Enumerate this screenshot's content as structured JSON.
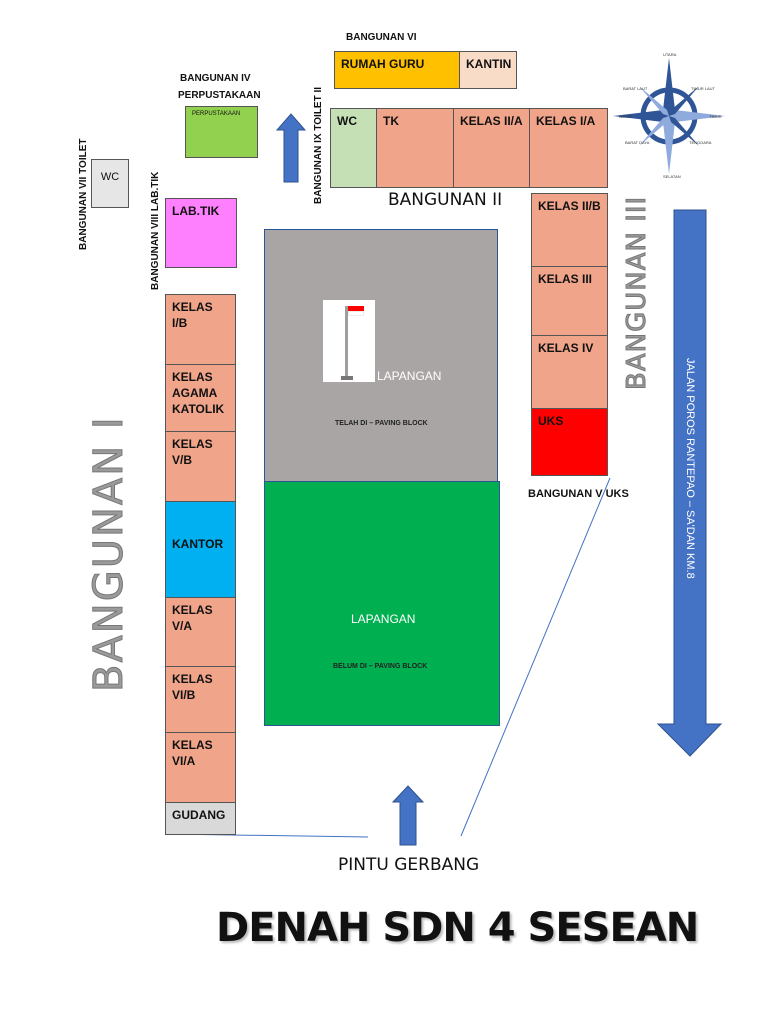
{
  "title": "DENAH SDN 4 SESEAN",
  "buildings": {
    "b6_label": "BANGUNAN VI",
    "rumah_guru": "RUMAH GURU",
    "kantin": "KANTIN",
    "b4_label_line1": "BANGUNAN IV",
    "b4_label_line2": "PERPUSTAKAAN",
    "perpustakaan_room": "PERPUSTAKAAN",
    "b7_label": "BANGUNAN VII TOILET",
    "b7_wc": "WC",
    "b8_label": "BANGUNAN VIII LAB.TIK",
    "lab_tik": "LAB.TIK",
    "b9_label": "BANGUNAN IX TOILET II",
    "b9_wc": "WC",
    "b2_label": "BANGUNAN II",
    "b2_rooms": [
      "TK",
      "KELAS II/A",
      "KELAS I/A"
    ],
    "b3_label": "BANGUNAN III",
    "b3_rooms": [
      "KELAS II/B",
      "KELAS III",
      "KELAS IV"
    ],
    "uks": "UKS",
    "b5_label": "BANGUNAN V UKS",
    "b1_label": "BANGUNAN I",
    "b1_rooms": [
      "KELAS I/B",
      "KELAS\nAGAMA\nKATOLIK",
      "KELAS\nV/B",
      "KANTOR",
      "KELAS\nV/A",
      "KELAS\nVI/B",
      "KELAS\nVI/A",
      "GUDANG"
    ]
  },
  "field_paved": {
    "label": "LAPANGAN",
    "note": "TELAH DI – PAVING BLOCK"
  },
  "field_unpaved": {
    "label": "LAPANGAN",
    "note": "BELUM DI – PAVING BLOCK"
  },
  "road_label": "JALAN POROS RANTEPAO – SA'DAN KM.8",
  "gate_label": "PINTU GERBANG",
  "compass": {
    "icon": "compass-rose-icon",
    "directions": [
      "UTARA",
      "TIMUR LAUT",
      "TIMUR",
      "TENGGARA",
      "SELATAN",
      "BARAT DAYA",
      "BARAT",
      "BARAT LAUT"
    ]
  },
  "colors": {
    "classroom": "#f0a48a",
    "rumah_guru": "#ffc000",
    "kantin": "#f8dcc8",
    "perpustakaan": "#92d050",
    "lab_tik": "#ff80ff",
    "wc_b9": "#c5e0b4",
    "wc_b7": "#d9d9d9",
    "uks": "#ff0000",
    "kantor": "#00b0f0",
    "gudang": "#d9d9d9",
    "field_paved": "#a9a5a5",
    "field_unpaved": "#00b050",
    "arrow": "#4472c4"
  }
}
